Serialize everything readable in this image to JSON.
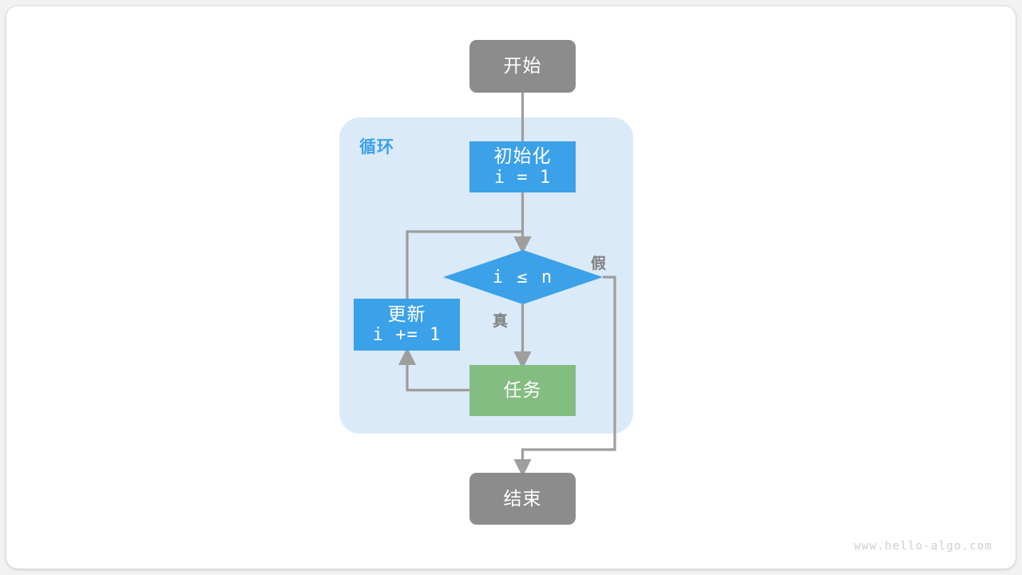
{
  "page": {
    "background_color": "#f2f2f2",
    "card_color": "#ffffff",
    "watermark": "www.hello-algo.com"
  },
  "colors": {
    "terminal": "#8c8c8c",
    "process": "#3ba1e8",
    "task": "#83bd82",
    "loop_container": "#dbeaf8",
    "loop_label": "#3ba1e8",
    "edge": "#9e9e9e",
    "branch_label": "#808080",
    "node_text": "#ffffff"
  },
  "diagram": {
    "type": "flowchart",
    "title": "",
    "loop_group": {
      "label": "循环"
    },
    "nodes": [
      {
        "id": "start",
        "label": "开始",
        "sub": "",
        "shape": "terminal"
      },
      {
        "id": "init",
        "label": "初始化",
        "sub": "i = 1",
        "shape": "process"
      },
      {
        "id": "decision",
        "label": "i ≤ n",
        "sub": "",
        "shape": "diamond"
      },
      {
        "id": "update",
        "label": "更新",
        "sub": "i += 1",
        "shape": "process"
      },
      {
        "id": "task",
        "label": "任务",
        "sub": "",
        "shape": "task"
      },
      {
        "id": "end",
        "label": "结束",
        "sub": "",
        "shape": "terminal"
      }
    ],
    "branch_labels": {
      "true": "真",
      "false": "假"
    },
    "edges": [
      {
        "from": "start",
        "to": "init",
        "label": ""
      },
      {
        "from": "init",
        "to": "decision",
        "label": ""
      },
      {
        "from": "decision",
        "to": "task",
        "label": "真"
      },
      {
        "from": "decision",
        "to": "end",
        "label": "假"
      },
      {
        "from": "task",
        "to": "update",
        "label": ""
      },
      {
        "from": "update",
        "to": "decision",
        "label": ""
      }
    ]
  }
}
